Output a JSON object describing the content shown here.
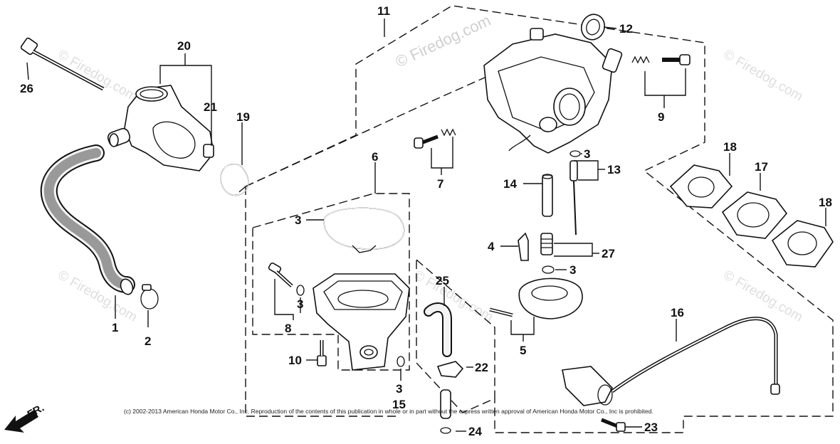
{
  "watermarks": {
    "center": "© Firedog.com",
    "left_top": "© Firedog.com",
    "left_mid": "© Firedog.com",
    "mid": "© Firedog.com",
    "right_top": "© Firedog.com",
    "right_mid": "© Firedog.com"
  },
  "direction_label": "FR.",
  "copyright": "(c) 2002-2013 American Honda Motor Co., Inc. Reproduction of the contents of this publication in whole or in part without the express written approval of American Honda Motor Co., Inc is prohibited.",
  "callouts": {
    "c1": "1",
    "c2": "2",
    "c3a": "3",
    "c3b": "3",
    "c3c": "3",
    "c3d": "3",
    "c3e": "3",
    "c4": "4",
    "c5": "5",
    "c6": "6",
    "c7": "7",
    "c8": "8",
    "c9": "9",
    "c10": "10",
    "c11": "11",
    "c12": "12",
    "c13": "13",
    "c14": "14",
    "c15": "15",
    "c16": "16",
    "c17": "17",
    "c18a": "18",
    "c18b": "18",
    "c19": "19",
    "c20": "20",
    "c21": "21",
    "c22": "22",
    "c23": "23",
    "c24": "24",
    "c25": "25",
    "c26": "26",
    "c27": "27"
  },
  "colors": {
    "line": "#111111",
    "watermark": "#cfcfcf",
    "background": "#ffffff"
  }
}
